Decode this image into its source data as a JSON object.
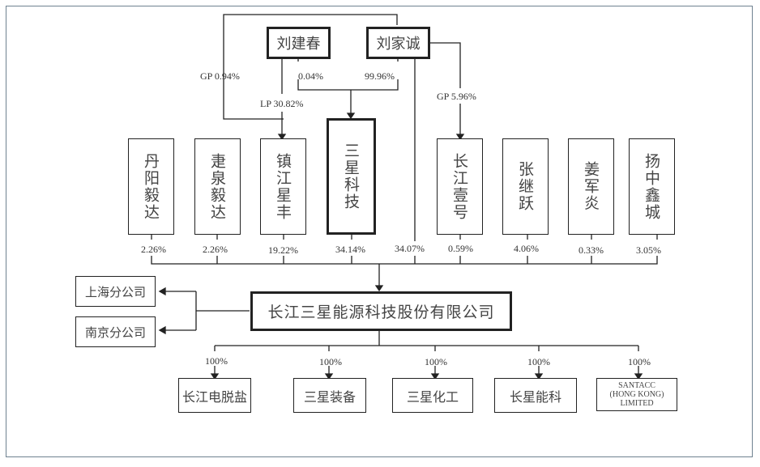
{
  "top_shareholders": [
    {
      "name": "刘建春"
    },
    {
      "name": "刘家诚"
    }
  ],
  "upper_labels": {
    "gp_left": "GP 0.94%",
    "lp": "LP 30.82%",
    "liu_jianchun_to_sanxing": "0.04%",
    "liu_jiacheng_to_sanxing": "99.96%",
    "gp_right": "GP 5.96%"
  },
  "shareholders": [
    {
      "name": "丹阳毅达",
      "pct": "2.26%"
    },
    {
      "name": "疌泉毅达",
      "pct": "2.26%"
    },
    {
      "name": "镇江星丰",
      "pct": "19.22%"
    },
    {
      "name": "三星科技",
      "pct": "34.14%"
    },
    {
      "name": "刘家诚",
      "pct": "34.07%"
    },
    {
      "name": "长江壹号",
      "pct": "0.59%"
    },
    {
      "name": "张继跃",
      "pct": "4.06%"
    },
    {
      "name": "姜军炎",
      "pct": "0.33%"
    },
    {
      "name": "扬中鑫城",
      "pct": "3.05%"
    }
  ],
  "main_company": "长江三星能源科技股份有限公司",
  "branches": [
    "上海分公司",
    "南京分公司"
  ],
  "subsidiaries": [
    {
      "name": "长江电脱盐",
      "pct": "100%"
    },
    {
      "name": "三星装备",
      "pct": "100%"
    },
    {
      "name": "三星化工",
      "pct": "100%"
    },
    {
      "name": "长星能科",
      "pct": "100%"
    },
    {
      "name_lines": [
        "SANTACC",
        "(HONG KONG)",
        "LIMITED"
      ],
      "pct": "100%"
    }
  ]
}
